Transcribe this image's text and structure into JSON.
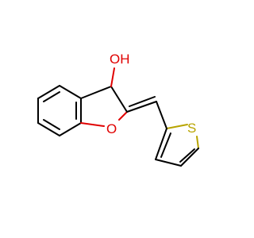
{
  "molecule": {
    "atoms": {
      "hydroxyl": {
        "text": "OH",
        "color": "#e00000"
      },
      "ring_oxygen": {
        "text": "O",
        "color": "#e00000"
      },
      "sulfur": {
        "text": "S",
        "color": "#b8a400"
      }
    },
    "bond_color": "#000000"
  }
}
